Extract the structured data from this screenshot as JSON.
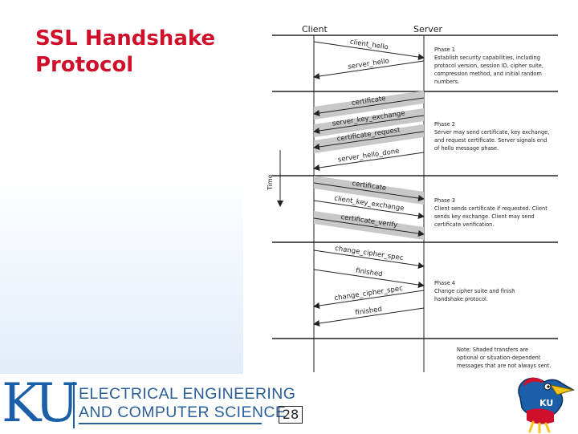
{
  "slide": {
    "title_line1": "SSL Handshake",
    "title_line2": "Protocol",
    "page_number": "28"
  },
  "diagram": {
    "client_label": "Client",
    "server_label": "Server",
    "time_label": "Time",
    "messages": [
      {
        "label": "client_hello",
        "direction": "to-server",
        "shaded": false
      },
      {
        "label": "server_hello",
        "direction": "to-client",
        "shaded": false
      },
      {
        "label": "certificate",
        "direction": "to-client",
        "shaded": true
      },
      {
        "label": "server_key_exchange",
        "direction": "to-client",
        "shaded": true
      },
      {
        "label": "certificate_request",
        "direction": "to-client",
        "shaded": true
      },
      {
        "label": "server_hello_done",
        "direction": "to-client",
        "shaded": false
      },
      {
        "label": "certificate",
        "direction": "to-server",
        "shaded": true
      },
      {
        "label": "client_key_exchange",
        "direction": "to-server",
        "shaded": false
      },
      {
        "label": "certificate_verify",
        "direction": "to-server",
        "shaded": true
      },
      {
        "label": "change_cipher_spec",
        "direction": "to-server",
        "shaded": false
      },
      {
        "label": "finished",
        "direction": "to-server",
        "shaded": false
      },
      {
        "label": "change_cipher_spec",
        "direction": "to-client",
        "shaded": false
      },
      {
        "label": "finished",
        "direction": "to-client",
        "shaded": false
      }
    ],
    "phases": [
      {
        "lines": [
          "Phase 1",
          "Establish security capabilities, including",
          "protocol version, session ID, cipher suite,",
          "compression method, and initial random",
          "numbers."
        ]
      },
      {
        "lines": [
          "Phase 2",
          "Server may send certificate, key exchange,",
          "and request certificate. Server signals end",
          "of hello message phase."
        ]
      },
      {
        "lines": [
          "Phase 3",
          "Client sends certificate if requested. Client",
          "sends key exchange. Client may send",
          "certificate verification."
        ]
      },
      {
        "lines": [
          "Phase 4",
          "Change cipher suite and finish",
          "handshake protocol."
        ]
      }
    ],
    "note_lines": [
      "Note: Shaded transfers are",
      "optional or situation-dependent",
      "messages that are not always sent."
    ]
  },
  "footer": {
    "logo_letters": "KU",
    "dept_line1": "ELECTRICAL ENGINEERING",
    "dept_line2": "AND COMPUTER SCIENCE"
  },
  "colors": {
    "title": "#d0102b",
    "ku_blue": "#1b5fa8",
    "shading": "#c8c8c8",
    "line": "#222222"
  }
}
